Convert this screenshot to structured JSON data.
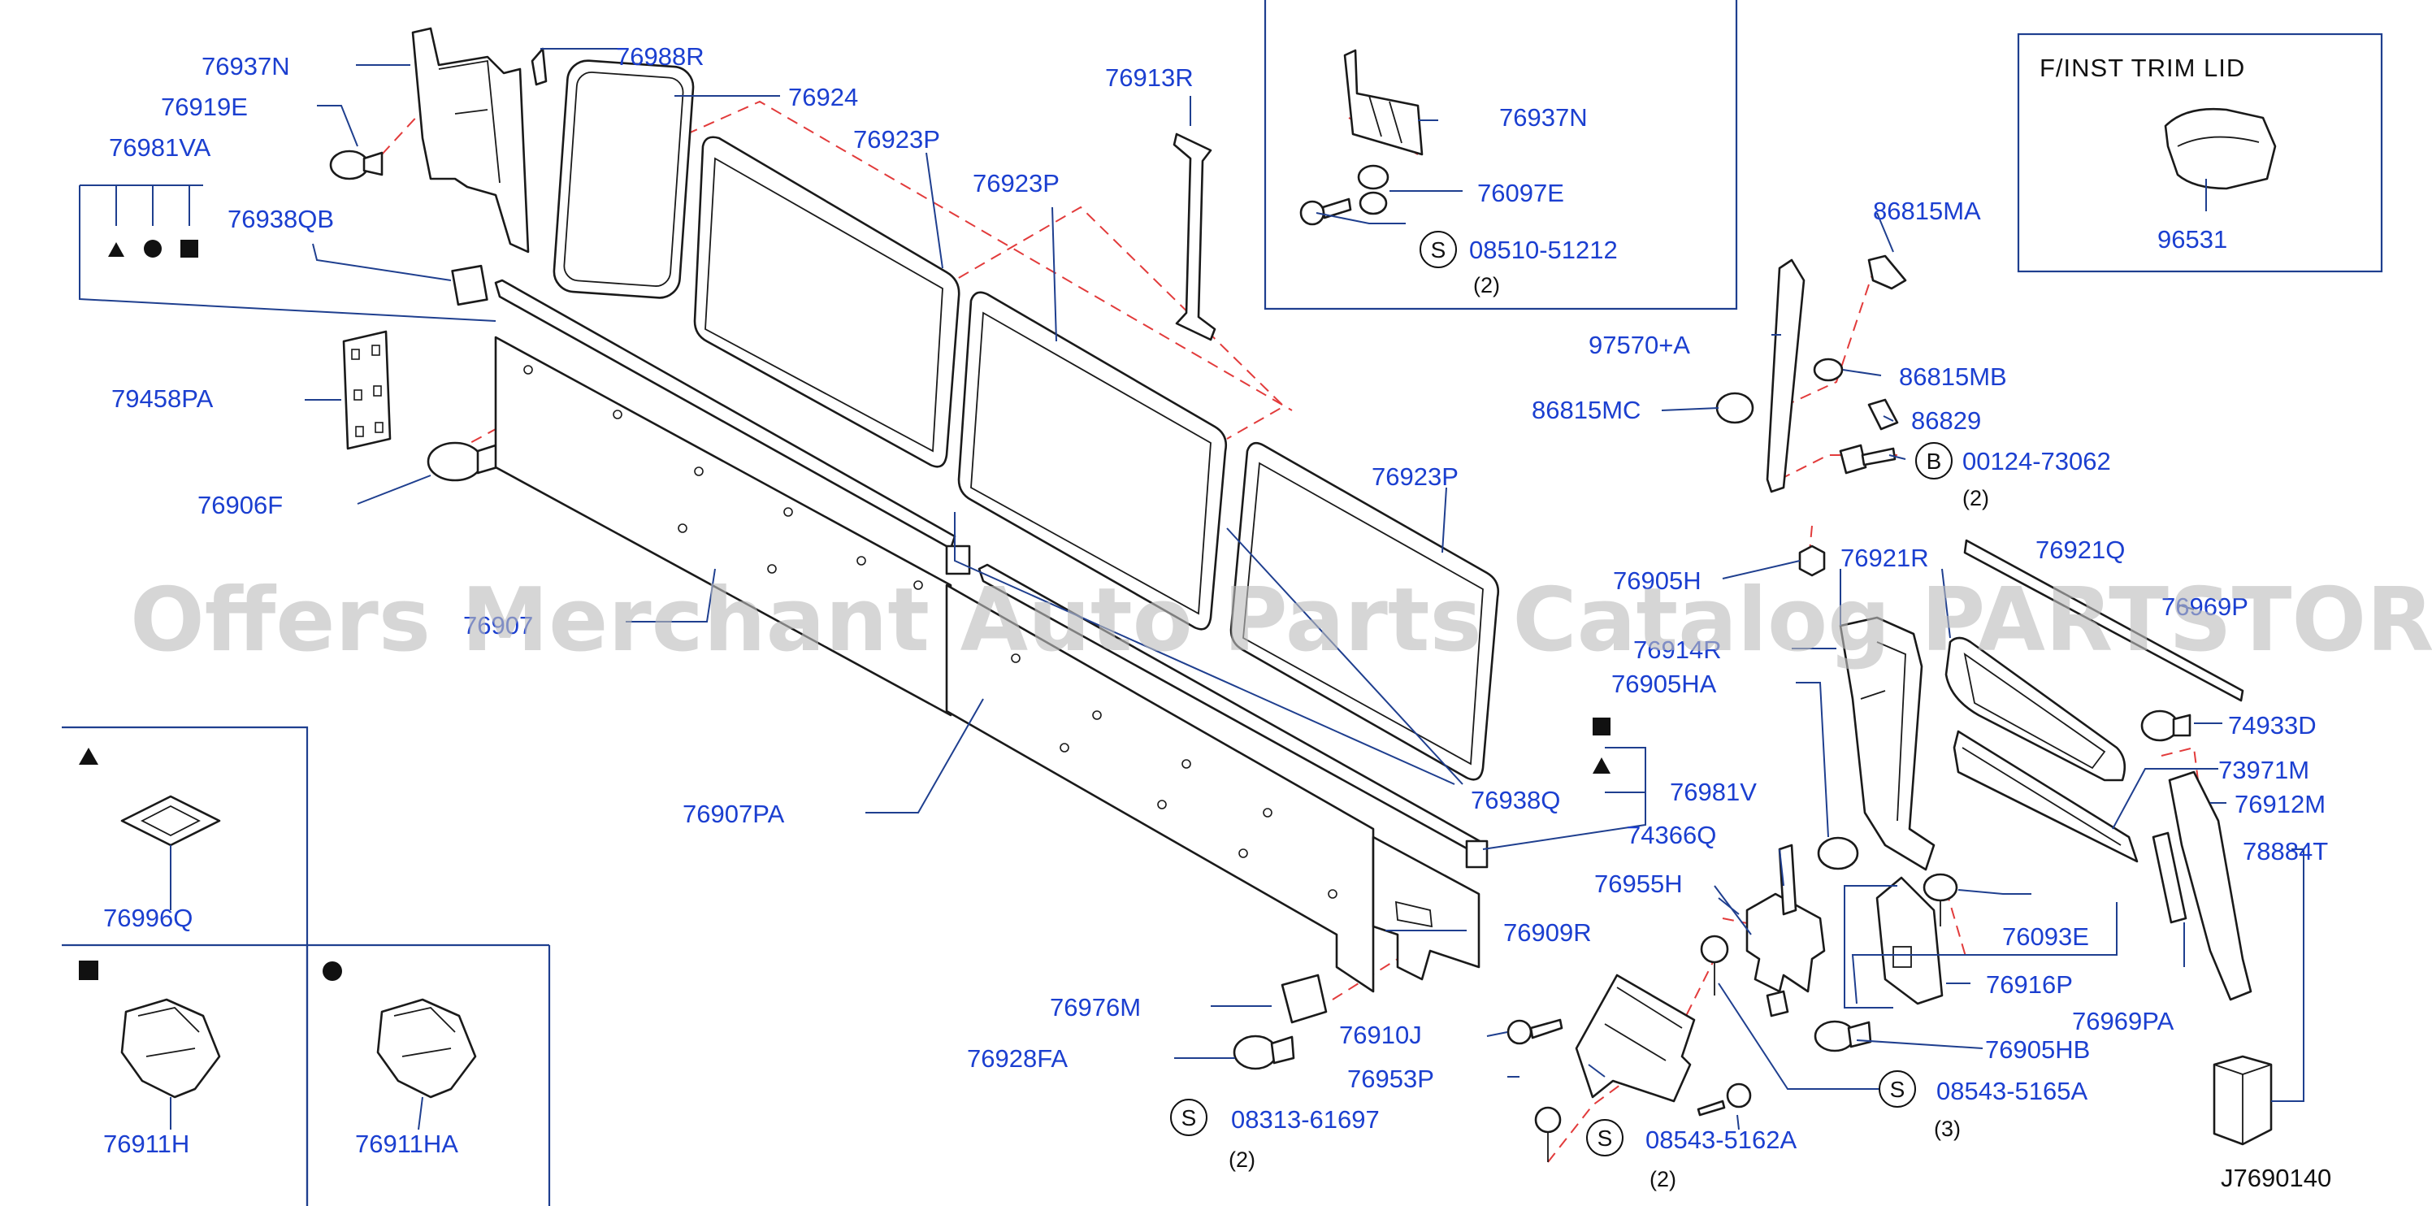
{
  "watermark": "Offers Merchant Auto Parts Catalog PARTSTORE.SA",
  "diagram_code": "J7690140",
  "inset_box": {
    "title": "F/INST   TRIM   LID"
  },
  "parts": {
    "p76937N_a": "76937N",
    "p76919E": "76919E",
    "p76981VA": "76981VA",
    "p76938QB": "76938QB",
    "p79458PA": "79458PA",
    "p76906F": "76906F",
    "p76988R": "76988R",
    "p76924": "76924",
    "p76923P_a": "76923P",
    "p76923P_b": "76923P",
    "p76923P_c": "76923P",
    "p76913R": "76913R",
    "p76907PA": "76907PA",
    "p76938Q": "76938Q",
    "p76981V": "76981V",
    "p76909R": "76909R",
    "p76976M": "76976M",
    "p76928FA": "76928FA",
    "p76910J": "76910J",
    "p76953P": "76953P",
    "p08313": "08313-61697",
    "p08543_2A": "08543-5162A",
    "p08543_5A": "08543-5165A",
    "p76937N_b": "76937N",
    "p76097E": "76097E",
    "p08510": "08510-51212",
    "p96531": "96531",
    "p86815MA": "86815MA",
    "p97570A": "97570+A",
    "p86815MB": "86815MB",
    "p86815MC": "86815MC",
    "p86829": "86829",
    "p00124": "00124-73062",
    "p76905H": "76905H",
    "p76921R": "76921R",
    "p76921Q": "76921Q",
    "p76969P": "76969P",
    "p76914R": "76914R",
    "p76905HA": "76905HA",
    "p74933D": "74933D",
    "p73971M": "73971M",
    "p76912M": "76912M",
    "p74366Q": "74366Q",
    "p78884T": "78884T",
    "p76955H": "76955H",
    "p76093E": "76093E",
    "p76916P": "76916P",
    "p76969PA": "76969PA",
    "p76905HB": "76905HB",
    "p76996Q": "76996Q",
    "p76911H": "76911H",
    "p76911HA": "76911HA",
    "p76907_partial": "76907"
  },
  "quantities": {
    "q08510": "(2)",
    "q00124": "(2)",
    "q08313": "(2)",
    "q08543_2A": "(2)",
    "q08543_5A": "(3)"
  },
  "symbols": {
    "screw_S": "S",
    "bolt_B": "B"
  },
  "colors": {
    "label": "#1b3fd0",
    "leader": "#1f3f8f",
    "dashed_guide": "#e23b3b",
    "outline": "#1a1a1a",
    "watermark": "#bdbdbd"
  }
}
